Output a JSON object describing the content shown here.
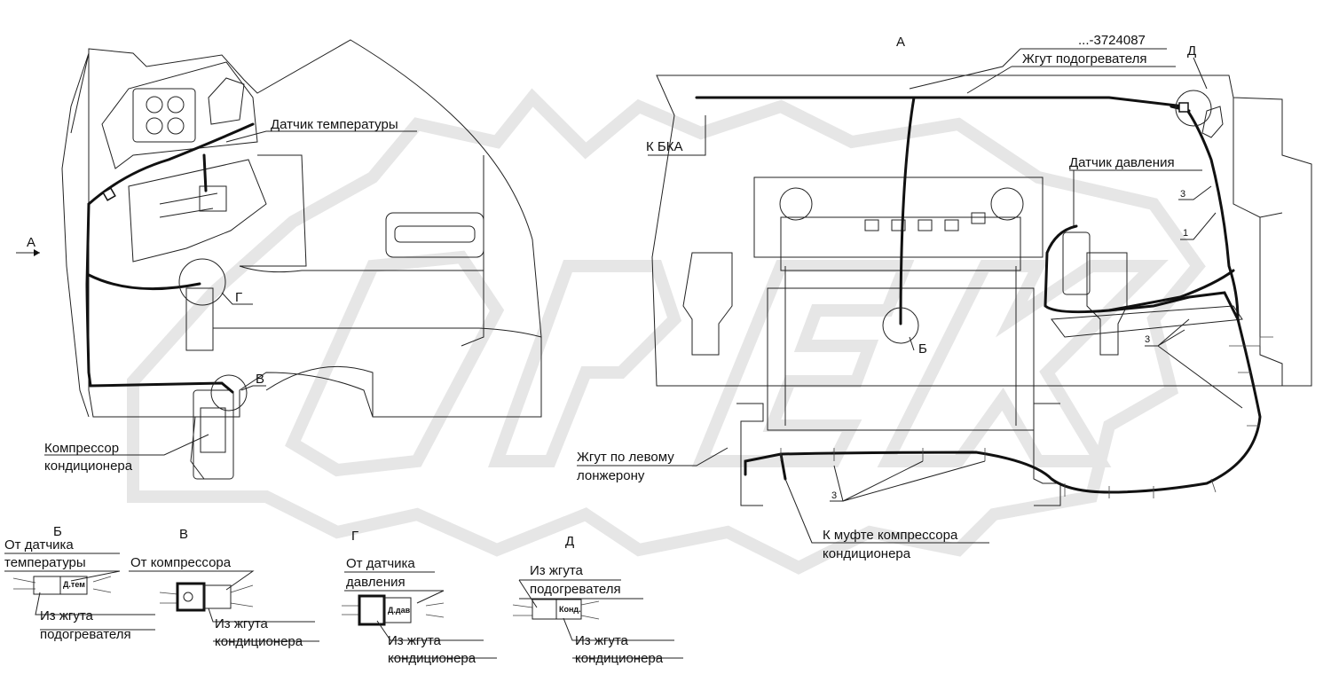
{
  "view_labels": {
    "A_top": "А",
    "A_side": "А",
    "B": "Б",
    "V": "В",
    "G": "Г",
    "D": "Д"
  },
  "labels": {
    "part_number": "...-3724087",
    "heater_harness": "Жгут подогревателя",
    "to_bka": "К БКА",
    "pressure_sensor": "Датчик давления",
    "temp_sensor": "Датчик температуры",
    "compressor_1": "Компрессор",
    "compressor_2": "кондиционера",
    "left_rail_1": "Жгут по левому",
    "left_rail_2": "лонжерону",
    "clutch_1": "К муфте компрессора",
    "clutch_2": "кондиционера",
    "num_3a": "3",
    "num_1": "1",
    "num_3b": "3",
    "num_3c": "3"
  },
  "details": {
    "B": {
      "title": "Б",
      "from_1": "От датчика",
      "from_2": "температуры",
      "to_1": "Из жгута",
      "to_2": "подогревателя",
      "tag": "Д.тем"
    },
    "V": {
      "title": "В",
      "from_1": "От компрессора",
      "to_1": "Из жгута",
      "to_2": "кондиционера"
    },
    "G": {
      "title": "Г",
      "from_1": "От датчика",
      "from_2": "давления",
      "to_1": "Из жгута",
      "to_2": "кондиционера",
      "tag": "Д.дав"
    },
    "D": {
      "title": "Д",
      "from_1": "Из жгута",
      "from_2": "подогревателя",
      "to_1": "Из жгута",
      "to_2": "кондиционера",
      "tag": "Конд."
    }
  },
  "watermark": "OPEX"
}
